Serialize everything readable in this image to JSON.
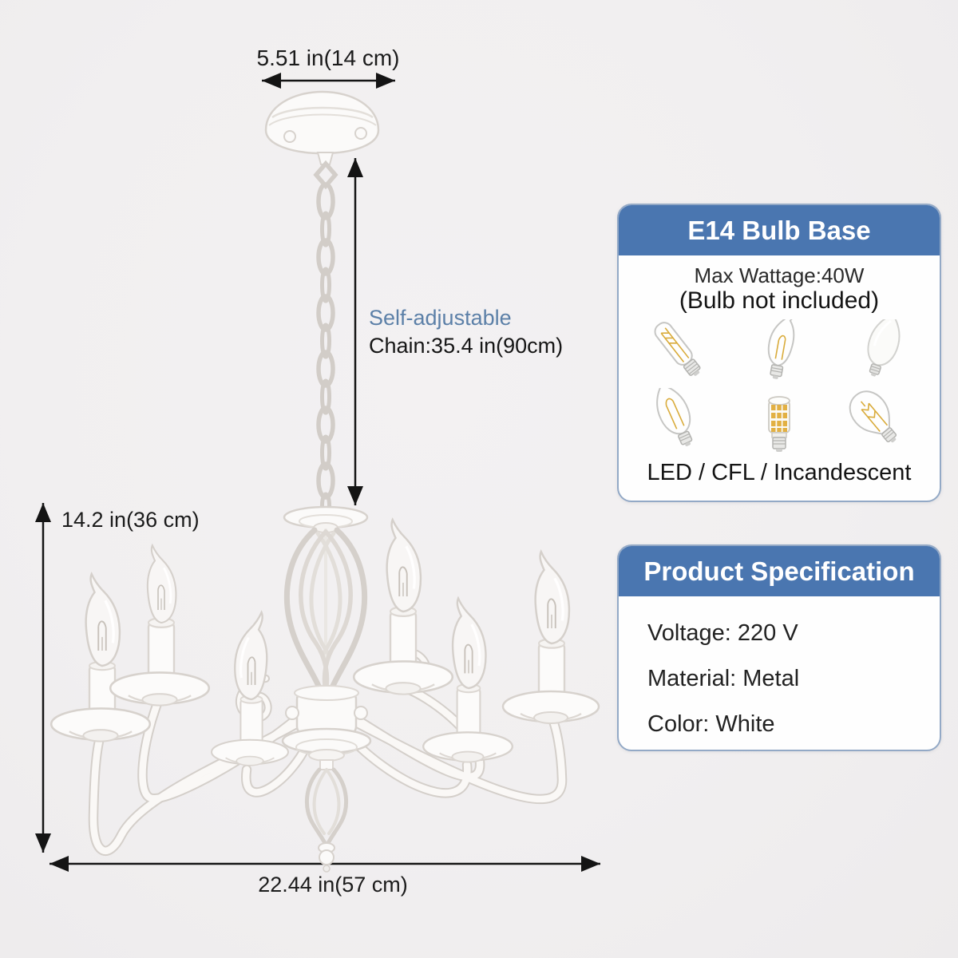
{
  "page": {
    "background": "#f1eff0",
    "description": "White 6-light candle chandelier product dimension image"
  },
  "annotations": {
    "canopy_width": "5.51 in(14 cm)",
    "chain_line1": "Self-adjustable",
    "chain_line2": "Chain:35.4 in(90cm)",
    "fixture_height": "14.2 in(36 cm)",
    "fixture_width": "22.44 in(57 cm)"
  },
  "bulb_panel": {
    "title": "E14 Bulb Base",
    "max_wattage": "Max Wattage:40W",
    "note": "(Bulb not included)",
    "types": "LED / CFL / Incandescent",
    "bulb_icons": [
      "tubular-filament-bulb",
      "flame-tip-filament-bulb",
      "frosted-candle-bulb",
      "torpedo-filament-bulb",
      "ceramic-led-bulb",
      "edison-st-filament-bulb"
    ]
  },
  "spec_panel": {
    "title": "Product Specification",
    "specs": [
      "Voltage: 220 V",
      "Material: Metal",
      "Color: White"
    ]
  },
  "colors": {
    "panel_accent": "#4a76b0",
    "chain_label_blue": "#5c80a8",
    "arrow_black": "#141414",
    "fixture_white": "#fbfaf9"
  }
}
